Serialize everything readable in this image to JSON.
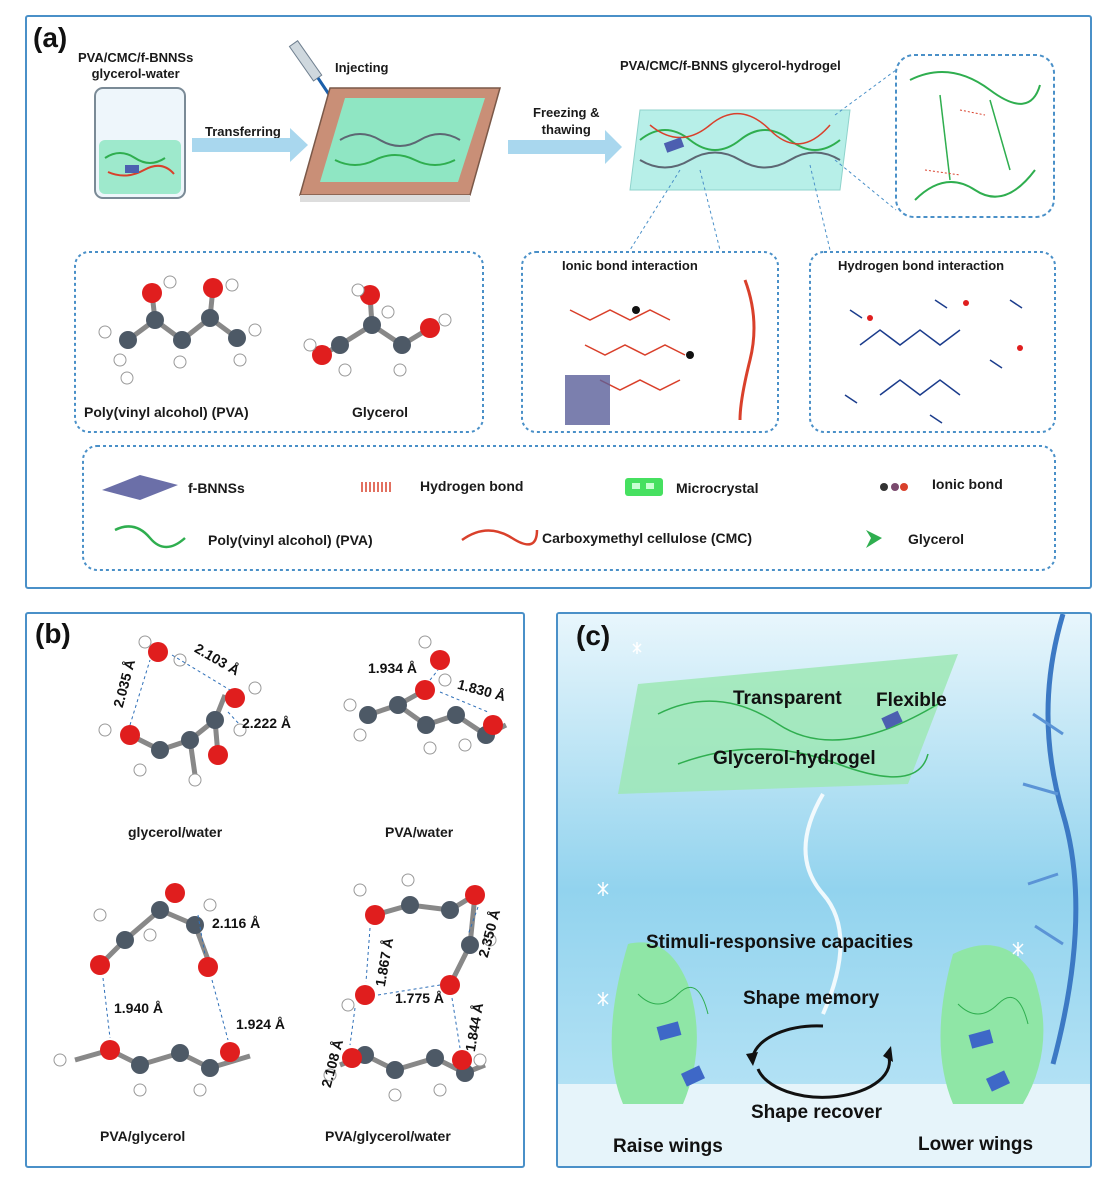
{
  "panel_a": {
    "tag": "(a)",
    "solution_label": "PVA/CMC/f-BNNSs\nglycerol-water",
    "injecting": "Injecting",
    "transferring": "Transferring",
    "freezing": "Freezing &\nthawing",
    "hydrogel_title": "PVA/CMC/f-BNNS glycerol-hydrogel",
    "pva_label": "Poly(vinyl alcohol) (PVA)",
    "glycerol_label": "Glycerol",
    "ionic_title": "Ionic bond interaction",
    "hbond_title": "Hydrogen bond interaction",
    "legend": {
      "fbnns": "f-BNNSs",
      "hbond": "Hydrogen bond",
      "micro": "Microcrystal",
      "ionic": "Ionic bond",
      "pva": "Poly(vinyl alcohol) (PVA)",
      "cmc": "Carboxymethyl cellulose (CMC)",
      "glycerol": "Glycerol"
    }
  },
  "panel_b": {
    "tag": "(b)",
    "captions": [
      "glycerol/water",
      "PVA/water",
      "PVA/glycerol",
      "PVA/glycerol/water"
    ],
    "distances": {
      "gw": [
        "2.035 Å",
        "2.103 Å",
        "2.222 Å"
      ],
      "pw": [
        "1.934 Å",
        "1.830 Å"
      ],
      "pg": [
        "2.116 Å",
        "1.940 Å",
        "1.924 Å"
      ],
      "pgw": [
        "2.350 Å",
        "1.867 Å",
        "1.775 Å",
        "2.108 Å",
        "1.844 Å"
      ]
    }
  },
  "panel_c": {
    "tag": "(c)",
    "transparent": "Transparent",
    "flexible": "Flexible",
    "hydrogel": "Glycerol-hydrogel",
    "stimuli": "Stimuli-responsive capacities",
    "shape_memory": "Shape memory",
    "shape_recover": "Shape recover",
    "raise": "Raise  wings",
    "lower": "Lower wings"
  },
  "colors": {
    "frame": "#4a90c8",
    "pva": "#2fae4f",
    "cmc": "#d9402b",
    "oxygen": "#e01e1e",
    "carbon": "#4d5966",
    "hydrogen": "#ffffff",
    "gel": "#9ee8b5"
  }
}
